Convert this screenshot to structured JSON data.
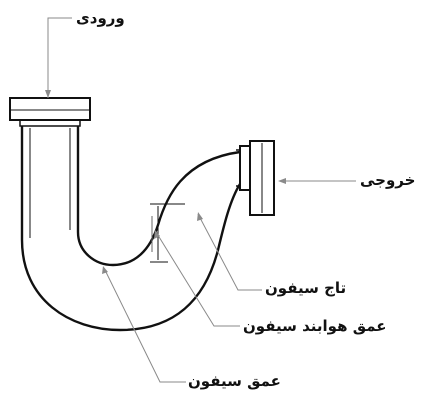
{
  "labels": {
    "inlet": "ورودی",
    "outlet": "خروجی",
    "crown": "تاج سیفون",
    "seal_depth": "عمق هوابند سیفون",
    "trap_depth": "عمق سیفون"
  },
  "colors": {
    "stroke": "#111111",
    "leader": "#8a8a8a",
    "background": "#ffffff"
  }
}
